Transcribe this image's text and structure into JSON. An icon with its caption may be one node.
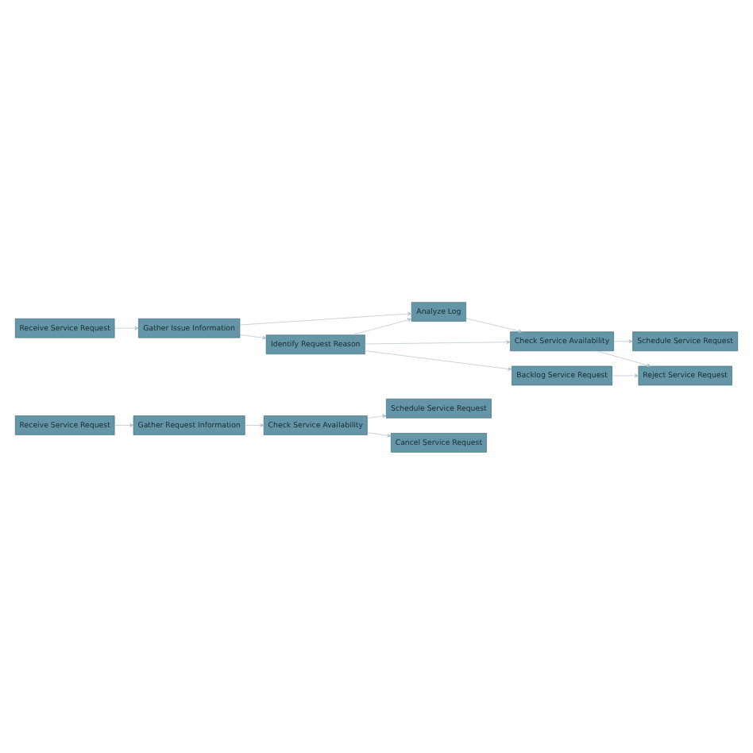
{
  "diagram": {
    "nodes": [
      {
        "text": [
          "Receive Service Request"
        ]
      },
      {
        "text": [
          "Gather Request Information"
        ]
      },
      {
        "text": [
          "Check Service Availability"
        ]
      },
      {
        "text": [
          "Schedule Service Request"
        ]
      },
      {
        "text": [
          "Cancel Service Request"
        ]
      },
      {
        "text": [
          "Receive Service Request"
        ]
      },
      {
        "text": [
          "Gather Issue Information"
        ]
      },
      {
        "text": [
          "Analyze Log"
        ]
      },
      {
        "text": [
          "Check Service Availability"
        ]
      },
      {
        "text": [
          "Schedule Service Request"
        ]
      },
      {
        "text": [
          "Identify Request Reason"
        ]
      },
      {
        "text": [
          "Backlog Service Request"
        ]
      },
      {
        "text": [
          "Reject Service Request"
        ]
      }
    ],
    "edges": [
      {
        "from": 0,
        "to": 1,
        "arrow": "to"
      },
      {
        "from": 1,
        "to": 2,
        "arrow": "to"
      },
      {
        "from": 2,
        "to": 3,
        "arrow": "to"
      },
      {
        "from": 2,
        "to": 4,
        "arrow": "to"
      },
      {
        "from": 5,
        "to": 6,
        "arrow": "to"
      },
      {
        "from": 6,
        "to": 7,
        "arrow": "to"
      },
      {
        "from": 7,
        "to": 8,
        "arrow": "to"
      },
      {
        "from": 8,
        "to": 9,
        "arrow": "to"
      },
      {
        "from": 8,
        "to": 12,
        "arrow": "to"
      },
      {
        "from": 6,
        "to": 10,
        "arrow": "to"
      },
      {
        "from": 10,
        "to": 7,
        "arrow": "to"
      },
      {
        "from": 10,
        "to": 8,
        "arrow": "to"
      },
      {
        "from": 10,
        "to": 11,
        "arrow": "to"
      },
      {
        "from": 11,
        "to": 12,
        "arrow": "to"
      }
    ]
  }
}
